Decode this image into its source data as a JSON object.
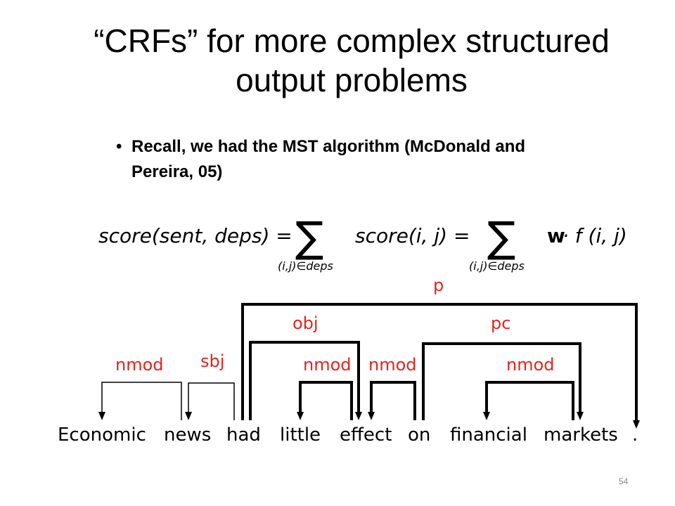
{
  "slide": {
    "title_line1": "“CRFs” for more complex structured",
    "title_line2": "output problems",
    "bullet_line1": "Recall, we had the MST algorithm (McDonald and",
    "bullet_line2": "Pereira, 05)",
    "page_number": "54"
  },
  "formula": {
    "lhs": "score(sent, deps) =",
    "mid": "score(i, j) =",
    "rhs_w": "w",
    "rhs": "· f (i, j)",
    "sub1": "(i,j)∈deps",
    "sub2": "(i,j)∈deps",
    "sigma": "∑"
  },
  "tree": {
    "words": [
      "Economic",
      "news",
      "had",
      "little",
      "effect",
      "on",
      "financial",
      "markets",
      "."
    ],
    "labels": {
      "p": "p",
      "obj": "obj",
      "pc": "pc",
      "nmod1": "nmod",
      "sbj": "sbj",
      "nmod2": "nmod",
      "nmod3": "nmod",
      "nmod4": "nmod"
    },
    "label_color": "#e8231f"
  }
}
